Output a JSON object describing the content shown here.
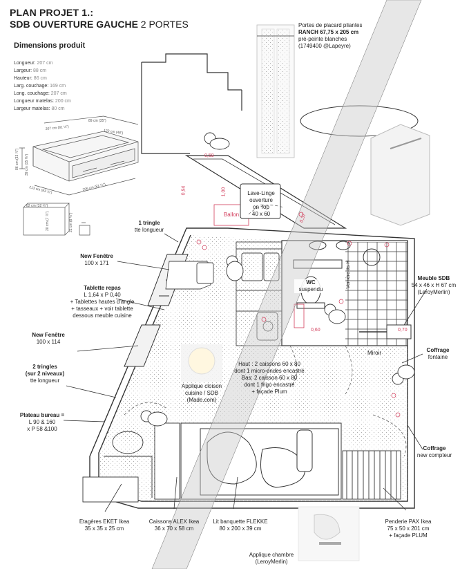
{
  "title": {
    "line1": "PLAN PROJET 1.:",
    "line2_bold": "SDB OUVERTURE GAUCHE",
    "line2_light": " 2 PORTES"
  },
  "dimensions": {
    "heading": "Dimensions produit",
    "specs": [
      {
        "label": "Longueur:",
        "value": " 207 cm"
      },
      {
        "label": "Largeur:",
        "value": " 88 cm"
      },
      {
        "label": "Hauteur:",
        "value": " 86 cm"
      },
      {
        "label": "Larg. couchage:",
        "value": " 169 cm"
      },
      {
        "label": "Long. couchage:",
        "value": " 207 cm"
      },
      {
        "label": "Longueur matelas:",
        "value": " 200 cm"
      },
      {
        "label": "Largeur matelas:",
        "value": " 80 cm"
      }
    ],
    "sketch_top": [
      "207 cm (81 ½\")",
      "89 cm (35\")",
      "122 cm (48\")"
    ],
    "sketch_side": [
      "86 cm (33 ⅞\")",
      "39 cm (15 ⅜\")",
      "213 cm (83 ⅞\")",
      "206 cm (81 ⅛\")"
    ],
    "sketch_small": [
      "82 cm (32 ¼\")",
      "20 cm (7 ⅞\")",
      "21 cm (8 ¼\")"
    ]
  },
  "portes": {
    "title": "Portes de placard pliantes",
    "line2": "RANCH 67,75 x 205 cm",
    "line3": "pré-peinte blanches",
    "line4": "(1749400 @Lapeyre)"
  },
  "measures": {
    "m059": "0,59",
    "m094": "0,94",
    "m100": "1,00",
    "m037": "0,37",
    "m060": "0,60",
    "m070": "0,70"
  },
  "room_labels": {
    "ballon": "Ballon",
    "lave_linge_title": "Lave-Linge",
    "lave_linge_1": "ouverture",
    "lave_linge_2": "on Top",
    "lave_linge_3": "40 x 60",
    "wc_title": "WC",
    "wc_sub": "suspendu",
    "verriere": "Verrière tts H",
    "miroir": "Miroir"
  },
  "left_labels": {
    "tringle_1": "1 tringle",
    "tringle_2": "tte longueur",
    "fenetre1_1": "New Fenêtre",
    "fenetre1_2": "100 x 171",
    "tablette_1": "Tablette repas",
    "tablette_2": "L 1,64 x P 0,40",
    "tablette_3": "+ Tablettes hautes d'angle",
    "tablette_4": "+ tasseaux + voir tablette",
    "tablette_5": "dessous meuble cuisine",
    "fenetre2_1": "New Fenêtre",
    "fenetre2_2": "100 x 114",
    "tringles2_1": "2 tringles",
    "tringles2_2": "(sur 2 niveaux)",
    "tringles2_3": "tte longueur",
    "plateau_1": "Plateau bureau =",
    "plateau_2": "L 90 & 160",
    "plateau_3": "x P 58 &100"
  },
  "center_labels": {
    "applique_1": "Applique cloison",
    "applique_2": "cuisine / SDB",
    "applique_3": "(Made.com)",
    "haut_1": "Haut : 2 caissons 60 x 80",
    "haut_2": "dont 1 micro-ondes encastré",
    "haut_3": "Bas: 2 caisson 60 x 80",
    "haut_4": "dont 1 frigo encastré",
    "haut_5": "+ façade Plum"
  },
  "right_labels": {
    "meuble_1": "Meuble SDB",
    "meuble_2": "54 x 46 x H 67 cm",
    "meuble_3": "(LeroyMerlin)",
    "coffrage1_1": "Coffrage",
    "coffrage1_2": "fontaine",
    "coffrage2_1": "Coffrage",
    "coffrage2_2": "new compteur"
  },
  "bottom_labels": {
    "etageres_1": "Etagères EKET Ikea",
    "etageres_2": "35 x 35 x 25 cm",
    "caissons_1": "Caissons ALEX Ikea",
    "caissons_2": "36 x 70 x 58 cm",
    "lit_1": "Lit banquette FLEKKE",
    "lit_2": "80 x 200 x 39 cm",
    "penderie_1": "Penderie PAX Ikea",
    "penderie_2": "75 x 50 x 201 cm",
    "penderie_3": "+ façade PLUM",
    "applique_ch_1": "Applique chambre",
    "applique_ch_2": "(LeroyMerlin)"
  },
  "colors": {
    "wall": "#333333",
    "accent": "#d23c5a",
    "overlay": "#c9c9c9",
    "text": "#222222"
  }
}
